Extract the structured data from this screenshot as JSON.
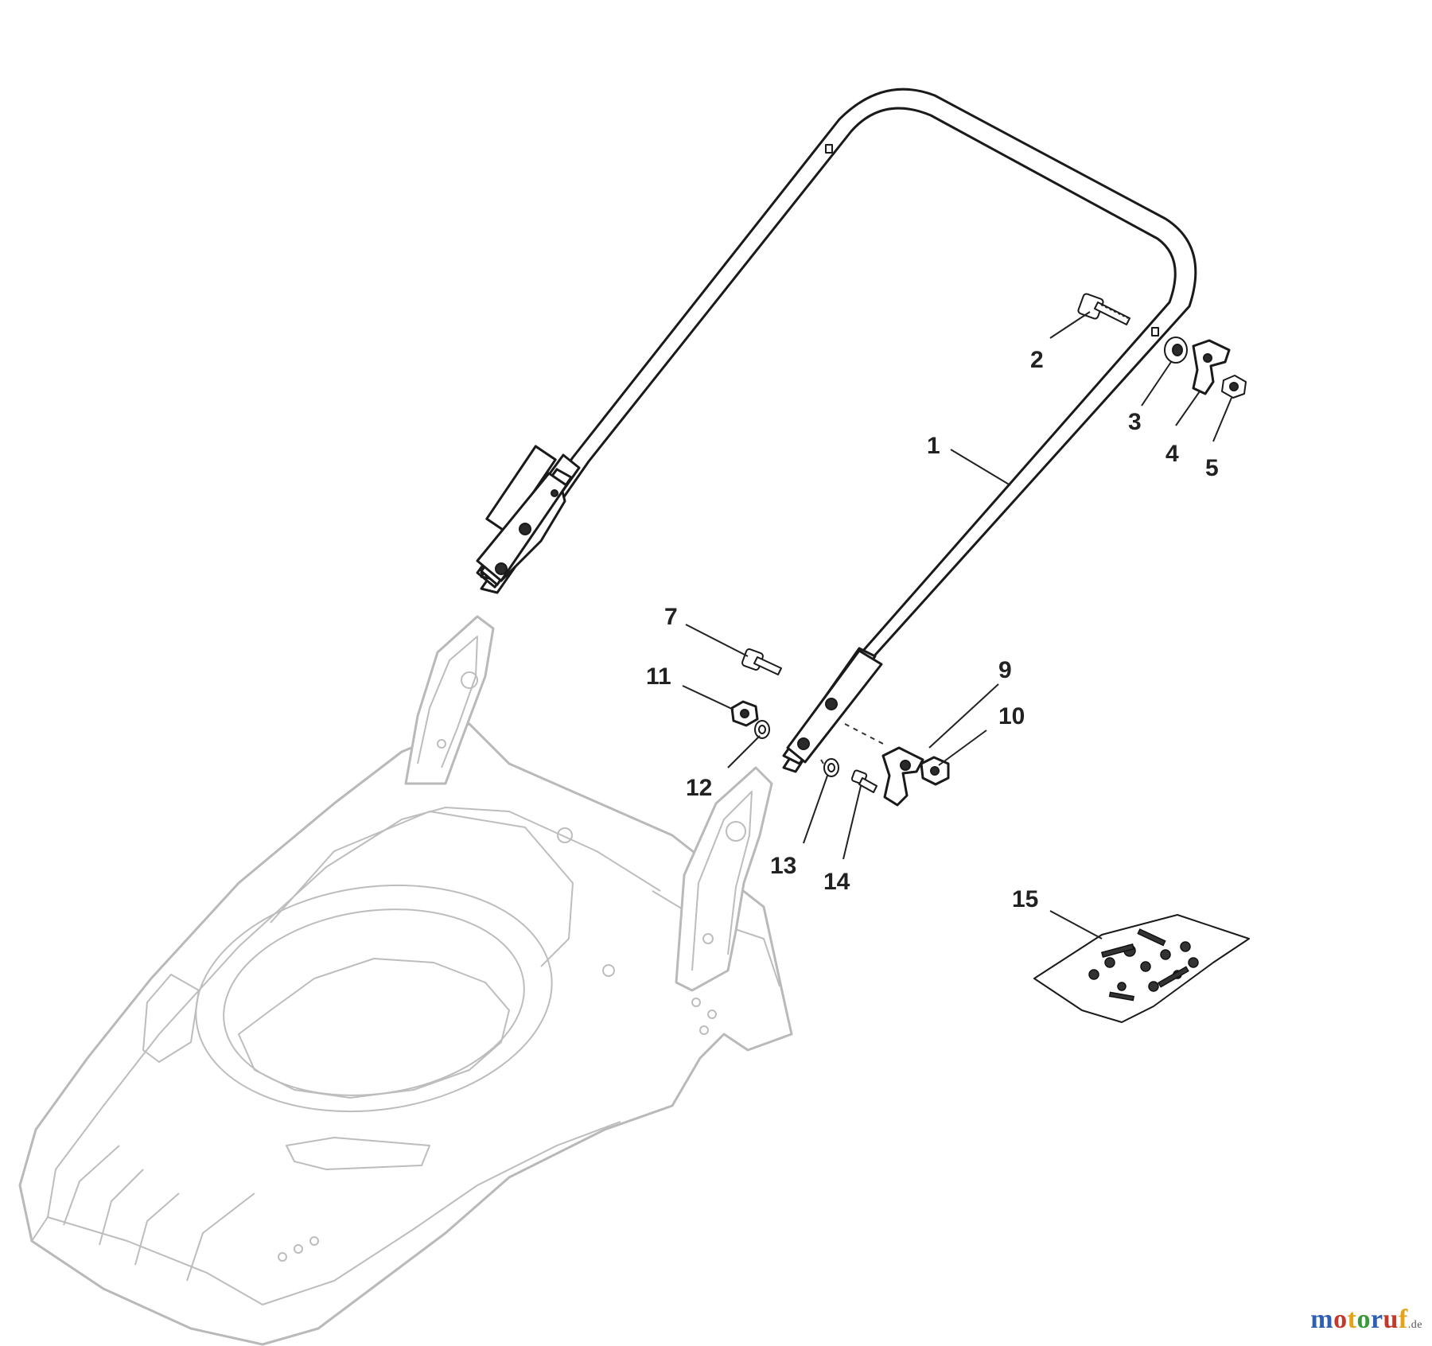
{
  "callouts": [
    {
      "id": "1",
      "label": "1"
    },
    {
      "id": "2",
      "label": "2"
    },
    {
      "id": "3",
      "label": "3"
    },
    {
      "id": "4",
      "label": "4"
    },
    {
      "id": "5",
      "label": "5"
    },
    {
      "id": "7",
      "label": "7"
    },
    {
      "id": "9",
      "label": "9"
    },
    {
      "id": "10",
      "label": "10"
    },
    {
      "id": "11",
      "label": "11"
    },
    {
      "id": "12",
      "label": "12"
    },
    {
      "id": "13",
      "label": "13"
    },
    {
      "id": "14",
      "label": "14"
    },
    {
      "id": "15",
      "label": "15"
    }
  ],
  "watermark": {
    "brand": "motoruf",
    "tld": ".de",
    "colors": [
      "#2f5fb3",
      "#c0392b",
      "#e6a317",
      "#3a9a3a"
    ]
  }
}
